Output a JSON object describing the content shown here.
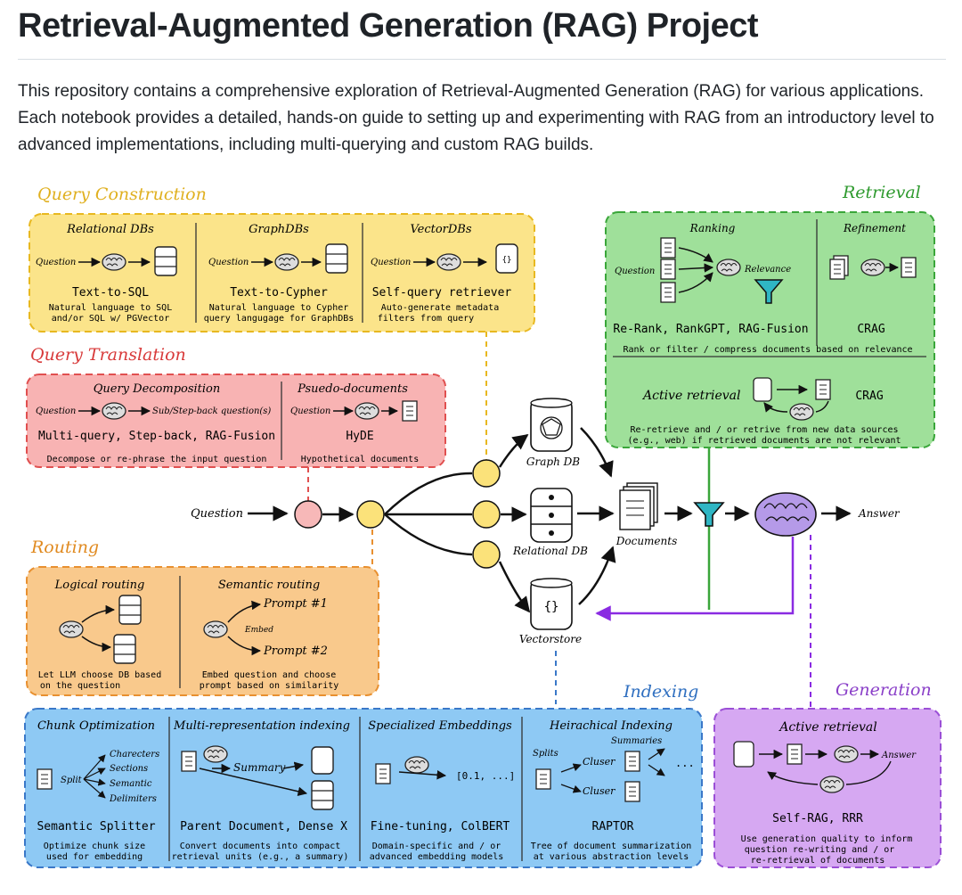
{
  "page": {
    "title": "Retrieval-Augmented Generation (RAG) Project",
    "intro": "This repository contains a comprehensive exploration of Retrieval-Augmented Generation (RAG) for various applications. Each notebook provides a detailed, hands-on guide to setting up and experimenting with RAG from an introductory level to advanced implementations, including multi-querying and custom RAG builds."
  },
  "colors": {
    "query_construction": "#fbe48a",
    "query_translation": "#f8b3b3",
    "routing": "#f9c98c",
    "retrieval": "#9fe09a",
    "indexing": "#8ec9f4",
    "generation": "#d6a8f2",
    "node": "#fbe27a",
    "node_pink": "#f7b8b8",
    "brain": "#b59ae8"
  },
  "query_construction": {
    "heading": "Query Construction",
    "panels": [
      {
        "header": "Relational DBs",
        "input": "Question",
        "method": "Text-to-SQL",
        "desc1": "Natural language to SQL",
        "desc2": "and/or SQL w/ PGVector"
      },
      {
        "header": "GraphDBs",
        "input": "Question",
        "method": "Text-to-Cypher",
        "desc1": "Natural language to Cypher",
        "desc2": "query langugage for GraphDBs"
      },
      {
        "header": "VectorDBs",
        "input": "Question",
        "method": "Self-query retriever",
        "desc1": "Auto-generate metadata",
        "desc2": "filters from query"
      }
    ]
  },
  "query_translation": {
    "heading": "Query Translation",
    "panels": [
      {
        "header": "Query Decomposition",
        "input": "Question",
        "output": "Sub/Step-back question(s)",
        "method": "Multi-query, Step-back, RAG-Fusion",
        "desc": "Decompose or re-phrase the input question"
      },
      {
        "header": "Psuedo-documents",
        "input": "Question",
        "method": "HyDE",
        "desc": "Hypothetical documents"
      }
    ]
  },
  "routing": {
    "heading": "Routing",
    "panels": [
      {
        "header": "Logical routing",
        "desc1": "Let LLM choose DB based",
        "desc2": "on the question"
      },
      {
        "header": "Semantic routing",
        "prompt1": "Prompt #1",
        "embed": "Embed",
        "prompt2": "Prompt #2",
        "desc1": "Embed question and choose",
        "desc2": "prompt based on similarity"
      }
    ]
  },
  "retrieval": {
    "heading": "Retrieval",
    "ranking": {
      "header": "Ranking",
      "input": "Question",
      "relevance": "Relevance",
      "method": "Re-Rank, RankGPT, RAG-Fusion"
    },
    "refinement": {
      "header": "Refinement",
      "method": "CRAG"
    },
    "rank_desc": "Rank or filter / compress documents based on relevance",
    "active": {
      "label": "Active retrieval",
      "method": "CRAG",
      "desc1": "Re-retrieve and / or retrive from new data sources",
      "desc2": "(e.g., web) if retrieved documents are not relevant"
    }
  },
  "flow": {
    "question": "Question",
    "graph_db": "Graph DB",
    "relational_db": "Relational DB",
    "vectorstore": "Vectorstore",
    "documents": "Documents",
    "answer": "Answer"
  },
  "indexing": {
    "heading": "Indexing",
    "panels": [
      {
        "header": "Chunk Optimization",
        "split": "Split",
        "items": [
          "Charecters",
          "Sections",
          "Semantic",
          "Delimiters"
        ],
        "method": "Semantic Splitter",
        "desc1": "Optimize chunk size",
        "desc2": "used for embedding"
      },
      {
        "header": "Multi-representation indexing",
        "summary": "Summary",
        "method": "Parent Document, Dense X",
        "desc1": "Convert documents into compact",
        "desc2": "retrieval units (e.g., a summary)"
      },
      {
        "header": "Specialized Embeddings",
        "vector": "[0.1, ...]",
        "method": "Fine-tuning, ColBERT",
        "desc1": "Domain-specific and / or",
        "desc2": "advanced embedding models"
      },
      {
        "header": "Heirachical Indexing",
        "splits": "Splits",
        "summaries": "Summaries",
        "cluster1": "Cluser",
        "cluster2": "Cluser",
        "ellipsis": "...",
        "method": "RAPTOR",
        "desc1": "Tree of document summarization",
        "desc2": "at various abstraction levels"
      }
    ]
  },
  "generation": {
    "heading": "Generation",
    "header": "Active retrieval",
    "answer": "Answer",
    "method": "Self-RAG, RRR",
    "desc1": "Use generation quality to inform",
    "desc2": "question re-writing and / or",
    "desc3": "re-retrieval of documents"
  }
}
